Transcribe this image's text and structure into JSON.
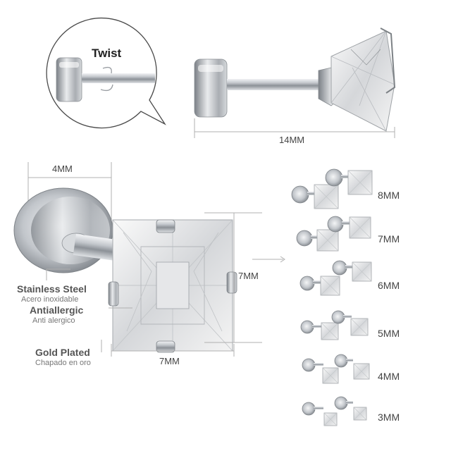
{
  "callout": {
    "twist_label": "Twist"
  },
  "top_product": {
    "length_label": "14MM"
  },
  "detail": {
    "back_width_label": "4MM",
    "stone_height_label": "7MM",
    "stone_width_label": "7MM"
  },
  "features": [
    {
      "title": "Stainless Steel",
      "subtitle": "Acero inoxidable"
    },
    {
      "title": "Antiallergic",
      "subtitle": "Anti alergico"
    },
    {
      "title": "Gold Plated",
      "subtitle": "Chapado en oro"
    }
  ],
  "sizes": [
    "8MM",
    "7MM",
    "6MM",
    "5MM",
    "4MM",
    "3MM"
  ],
  "colors": {
    "metal": "#b8bcc2",
    "metal_dark": "#6f747a",
    "line": "#b9b9b9",
    "text": "#444444"
  }
}
